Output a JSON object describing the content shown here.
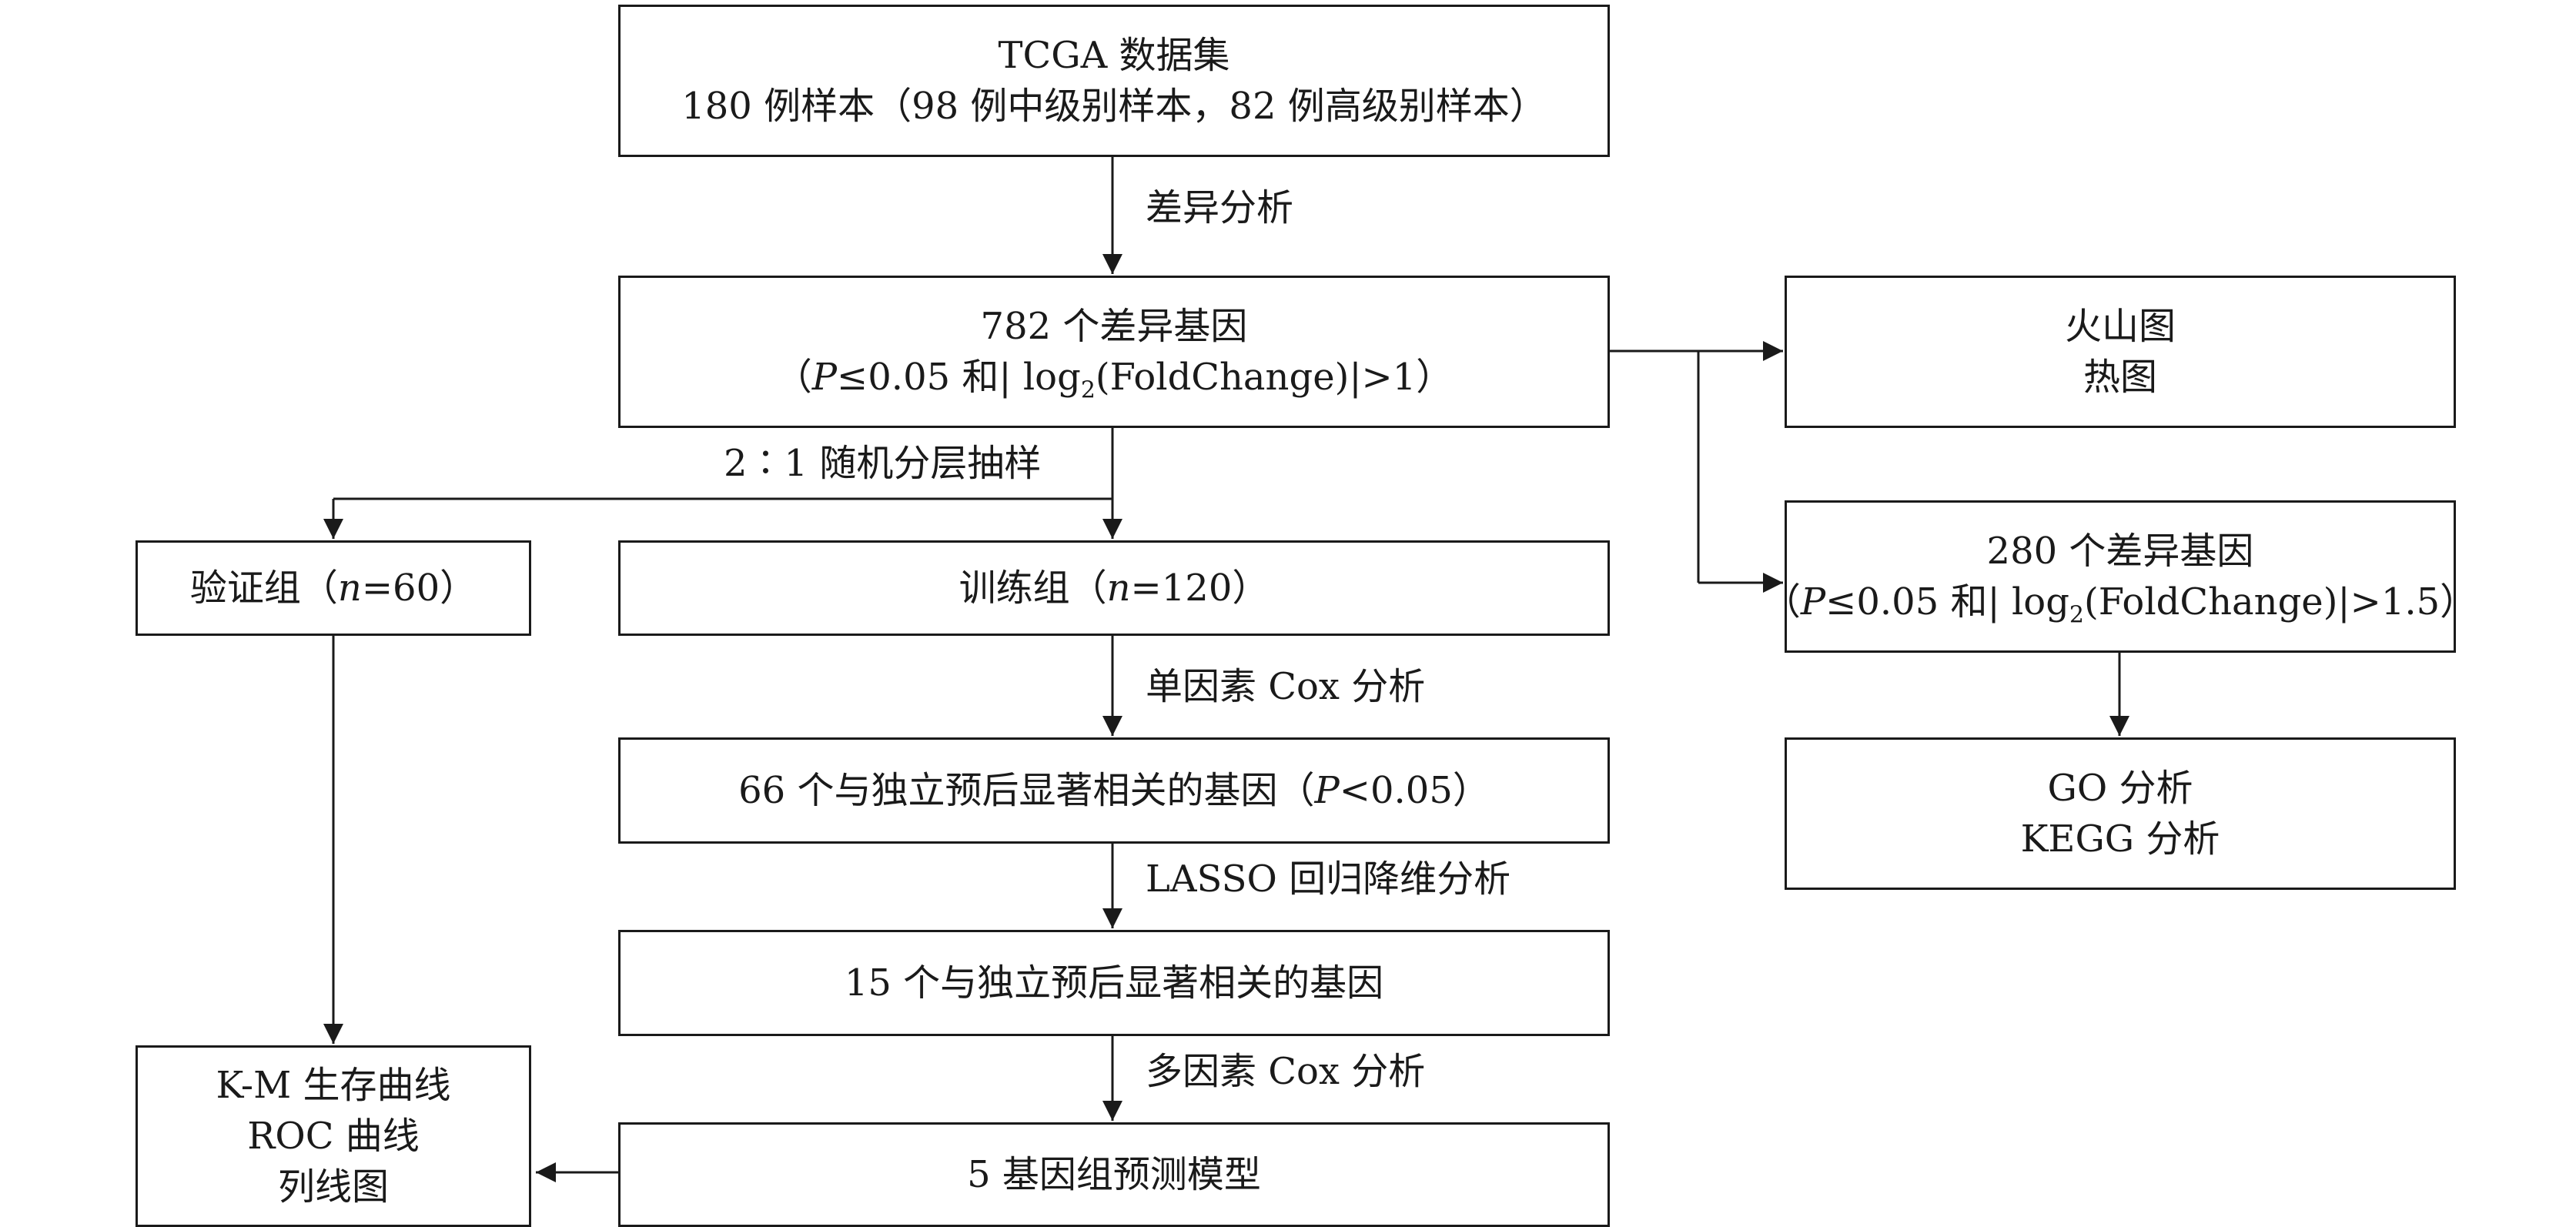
{
  "colors": {
    "ink": "#1a1a1a",
    "background": "#ffffff"
  },
  "boxes": {
    "tcga": {
      "line1": "TCGA 数据集",
      "line2": "180 例样本（98 例中级别样本，82 例高级别样本）"
    },
    "deg782": {
      "line1": "782 个差异基因",
      "line2": {
        "pre": "（",
        "p": "P",
        "mid": "≤0.05 和| log",
        "sub": "2",
        "post": "(FoldChange)|>1）"
      }
    },
    "volcano": {
      "line1": "火山图",
      "line2": "热图"
    },
    "deg280": {
      "line1": "280 个差异基因",
      "line2": {
        "pre": "（",
        "p": "P",
        "mid": "≤0.05 和| log",
        "sub": "2",
        "post": "(FoldChange)|>1.5）"
      }
    },
    "validation": {
      "pre": "验证组（",
      "n": "n",
      "post": "=60）"
    },
    "training": {
      "pre": "训练组（",
      "n": "n",
      "post": "=120）"
    },
    "go": {
      "line1": "GO 分析",
      "line2": "KEGG 分析"
    },
    "genes66": {
      "pre": "66 个与独立预后显著相关的基因（",
      "p": "P",
      "post": "<0.05）"
    },
    "genes15": {
      "text": "15 个与独立预后显著相关的基因"
    },
    "km": {
      "line1": "K-M 生存曲线",
      "line2": "ROC 曲线",
      "line3": "列线图"
    },
    "model": {
      "text": "5 基因组预测模型"
    }
  },
  "labels": {
    "diff": "差异分析",
    "split": "2∶1 随机分层抽样",
    "unicox": "单因素 Cox 分析",
    "lasso": "LASSO 回归降维分析",
    "multicox": "多因素 Cox 分析"
  }
}
